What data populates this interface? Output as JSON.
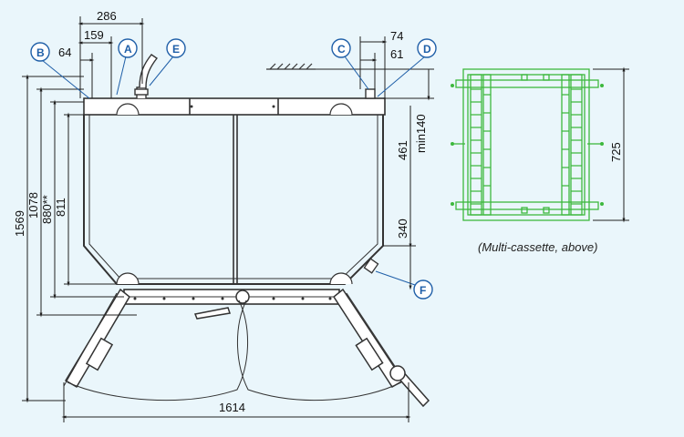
{
  "dimensions": {
    "d286": "286",
    "d159": "159",
    "d64": "64",
    "d74": "74",
    "d61": "61",
    "d1569": "1569",
    "d1078": "1078",
    "d880": "880**",
    "d811": "811",
    "dmin140": "min140",
    "d461": "461",
    "d340": "340",
    "d1614": "1614",
    "d725": "725"
  },
  "callouts": {
    "a": "A",
    "b": "B",
    "c": "C",
    "d": "D",
    "e": "E",
    "f": "F"
  },
  "caption": "(Multi-cassette, above)",
  "colors": {
    "line": "#333333",
    "callout": "#1f5fa8",
    "callout_fill": "#ffffff",
    "cassette": "#3db83d",
    "background": "#eaf6fb"
  }
}
